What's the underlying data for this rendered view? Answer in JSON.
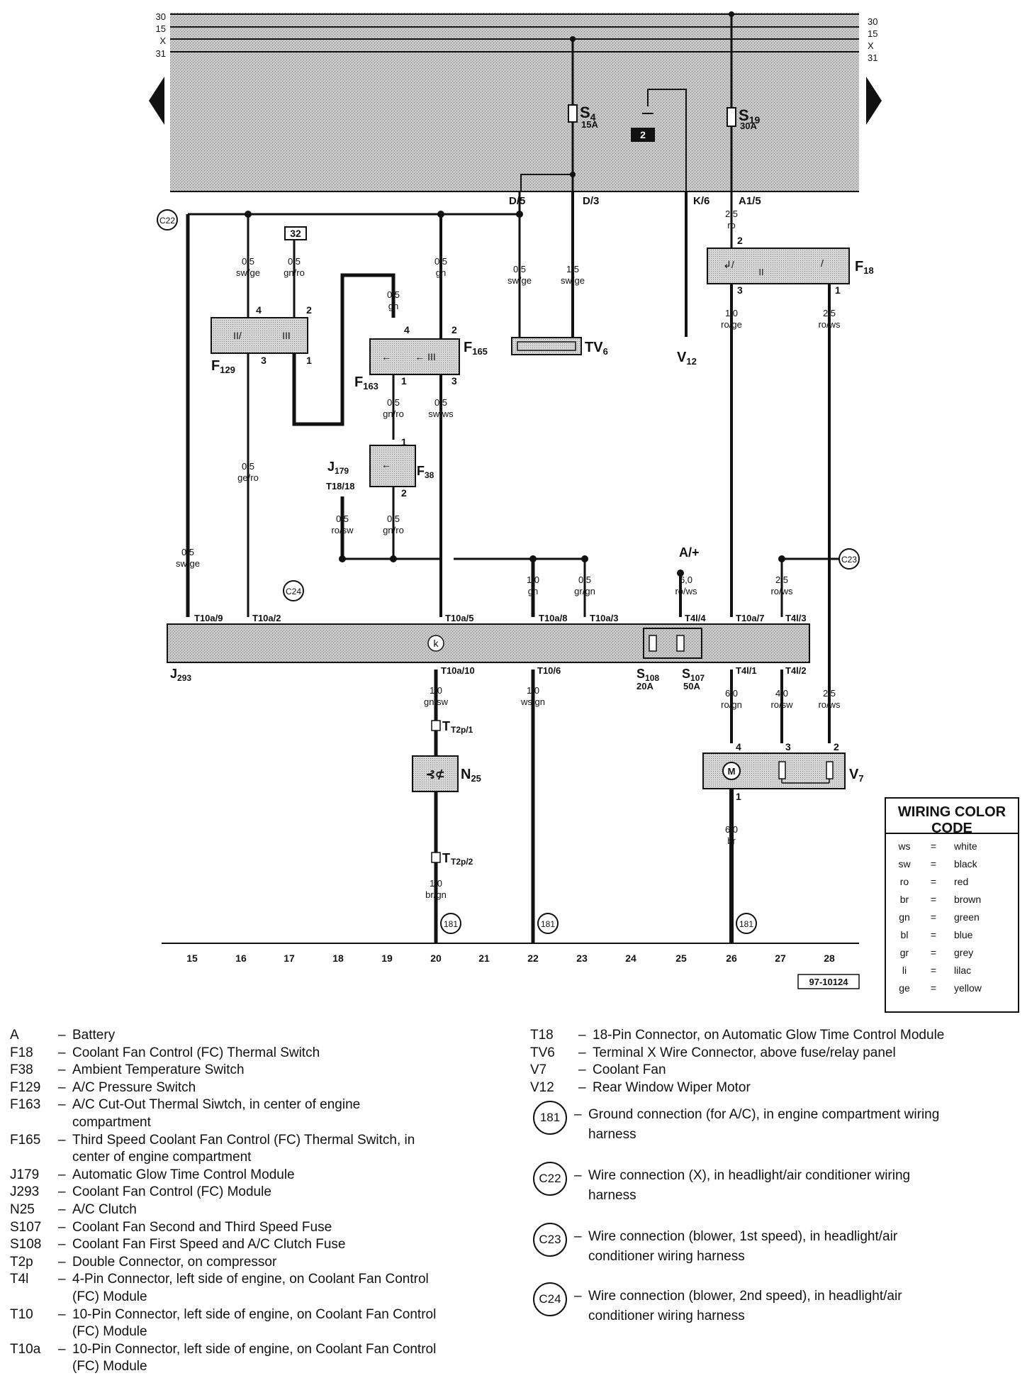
{
  "figure_id": "97-10124",
  "terminals": {
    "left": [
      "30",
      "15",
      "X",
      "31"
    ],
    "right": [
      "30",
      "15",
      "X",
      "31"
    ],
    "panel_link": "2"
  },
  "fuses": [
    {
      "name": "S",
      "sub": "4",
      "rating": "15A"
    },
    {
      "name": "S",
      "sub": "19",
      "rating": "30A"
    }
  ],
  "panel_outputs": [
    "D/5",
    "D/3",
    "K/6",
    "A1/5"
  ],
  "components": {
    "F129": {
      "name": "F",
      "sub": "129",
      "pins": [
        "4",
        "2",
        "3",
        "1"
      ]
    },
    "F165": {
      "name": "F",
      "sub": "165",
      "pins": [
        "4",
        "2",
        "3"
      ]
    },
    "F163": {
      "name": "F",
      "sub": "163",
      "pins": [
        "1"
      ]
    },
    "F38": {
      "name": "F",
      "sub": "38",
      "pins": [
        "1",
        "2"
      ]
    },
    "J179": {
      "name": "J",
      "sub": "179",
      "connector": "T18/18"
    },
    "TV6": {
      "name": "TV",
      "sub": "6"
    },
    "V12": {
      "name": "V",
      "sub": "12"
    },
    "F18": {
      "name": "F",
      "sub": "18",
      "pins": [
        "2",
        "3",
        "1"
      ]
    },
    "J293": {
      "name": "J",
      "sub": "293"
    },
    "S108": {
      "name": "S",
      "sub": "108",
      "rating": "20A"
    },
    "S107": {
      "name": "S",
      "sub": "107",
      "rating": "50A"
    },
    "N25": {
      "name": "N",
      "sub": "25"
    },
    "V7": {
      "name": "V",
      "sub": "7",
      "pins": [
        "4",
        "3",
        "2",
        "1"
      ]
    },
    "A": {
      "label": "A/+"
    },
    "ref32": "32"
  },
  "connectors": {
    "T10a9": "T10a/9",
    "T10a2": "T10a/2",
    "T10a5": "T10a/5",
    "T10a8": "T10a/8",
    "T10a3": "T10a/3",
    "T4l4": "T4l/4",
    "T10a7": "T10a/7",
    "T4l3": "T4l/3",
    "T10a10": "T10a/10",
    "T106": "T10/6",
    "T4l1": "T4l/1",
    "T4l2": "T4l/2",
    "T2p1": "T2p/1",
    "T2p2": "T2p/2",
    "k": "k"
  },
  "wires": {
    "w1": [
      "0,5",
      "sw/ge"
    ],
    "w2": [
      "0,5",
      "gn/ro"
    ],
    "w3": [
      "0,5",
      "gn"
    ],
    "w4": [
      "0,5",
      "sw/ge"
    ],
    "w5": [
      "1,5",
      "sw/ge"
    ],
    "w6": [
      "2,5",
      "ro"
    ],
    "w7": [
      "0,5",
      "gn"
    ],
    "w8": [
      "1,0",
      "ro/ge"
    ],
    "w9": [
      "2,5",
      "ro/ws"
    ],
    "w10": [
      "0,5",
      "gn/ro"
    ],
    "w11": [
      "0,5",
      "sw/ws"
    ],
    "w12": [
      "0,5",
      "ge/ro"
    ],
    "w13": [
      "0,5",
      "ro/sw"
    ],
    "w14": [
      "0,5",
      "gn/ro"
    ],
    "w15": [
      "0,5",
      "sw/ge"
    ],
    "w16": [
      "1,0",
      "gn"
    ],
    "w17": [
      "0,5",
      "gr/gn"
    ],
    "w18": [
      "6,0",
      "ro/ws"
    ],
    "w19": [
      "2,5",
      "ro/ws"
    ],
    "w20": [
      "1,0",
      "gn/sw"
    ],
    "w21": [
      "1,0",
      "ws/gn"
    ],
    "w22": [
      "6,0",
      "ro/gn"
    ],
    "w23": [
      "4,0",
      "ro/sw"
    ],
    "w24": [
      "2,5",
      "ro/ws"
    ],
    "w25": [
      "1,0",
      "br/gn"
    ],
    "w26": [
      "6,0",
      "br"
    ]
  },
  "connections": {
    "C22": "C22",
    "C23": "C23",
    "C24": "C24",
    "g181": "181"
  },
  "grid_numbers": [
    "15",
    "16",
    "17",
    "18",
    "19",
    "20",
    "21",
    "22",
    "23",
    "24",
    "25",
    "26",
    "27",
    "28"
  ],
  "legend_left": [
    {
      "code": "A",
      "desc": [
        "Battery"
      ]
    },
    {
      "code": "F18",
      "desc": [
        "Coolant Fan Control (FC) Thermal Switch"
      ]
    },
    {
      "code": "F38",
      "desc": [
        "Ambient Temperature Switch"
      ]
    },
    {
      "code": "F129",
      "desc": [
        "A/C Pressure Switch"
      ]
    },
    {
      "code": "F163",
      "desc": [
        "A/C Cut-Out Thermal Siwtch, in center of engine",
        "compartment"
      ]
    },
    {
      "code": "F165",
      "desc": [
        "Third Speed Coolant Fan Control (FC) Thermal Switch, in",
        "center of engine compartment"
      ]
    },
    {
      "code": "J179",
      "desc": [
        "Automatic Glow Time Control Module"
      ]
    },
    {
      "code": "J293",
      "desc": [
        "Coolant Fan Control (FC) Module"
      ]
    },
    {
      "code": "N25",
      "desc": [
        "A/C Clutch"
      ]
    },
    {
      "code": "S107",
      "desc": [
        "Coolant Fan Second and Third Speed Fuse"
      ]
    },
    {
      "code": "S108",
      "desc": [
        "Coolant Fan First Speed and A/C Clutch Fuse"
      ]
    },
    {
      "code": "T2p",
      "desc": [
        "Double Connector, on compressor"
      ]
    },
    {
      "code": "T4l",
      "desc": [
        "4-Pin Connector, left side of engine, on Coolant Fan Control",
        "(FC) Module"
      ]
    },
    {
      "code": "T10",
      "desc": [
        "10-Pin Connector, left side of engine, on Coolant Fan Control",
        "(FC) Module"
      ]
    },
    {
      "code": "T10a",
      "desc": [
        "10-Pin Connector, left side of engine, on Coolant Fan Control",
        "(FC) Module"
      ]
    }
  ],
  "legend_right": [
    {
      "code": "T18",
      "desc": "18-Pin Connector, on Automatic Glow Time Control Module"
    },
    {
      "code": "TV6",
      "desc": "Terminal X Wire Connector, above fuse/relay panel"
    },
    {
      "code": "V7",
      "desc": "Coolant Fan"
    },
    {
      "code": "V12",
      "desc": "Rear Window Wiper Motor"
    }
  ],
  "ground_legend": [
    {
      "symbol": "181",
      "desc": [
        "Ground connection (for A/C), in engine compartment wiring",
        "harness"
      ]
    },
    {
      "symbol": "C22",
      "desc": [
        "Wire connection (X), in headlight/air conditioner wiring",
        "harness"
      ]
    },
    {
      "symbol": "C23",
      "desc": [
        "Wire connection (blower, 1st speed), in headlight/air",
        "conditioner wiring harness"
      ]
    },
    {
      "symbol": "C24",
      "desc": [
        "Wire connection (blower, 2nd speed), in headlight/air",
        "conditioner wiring harness"
      ]
    }
  ],
  "color_code": {
    "title": [
      "WIRING COLOR",
      "CODE"
    ],
    "rows": [
      {
        "abbr": "ws",
        "eq": "=",
        "color": "white"
      },
      {
        "abbr": "sw",
        "eq": "=",
        "color": "black"
      },
      {
        "abbr": "ro",
        "eq": "=",
        "color": "red"
      },
      {
        "abbr": "br",
        "eq": "=",
        "color": "brown"
      },
      {
        "abbr": "gn",
        "eq": "=",
        "color": "green"
      },
      {
        "abbr": "bl",
        "eq": "=",
        "color": "blue"
      },
      {
        "abbr": "gr",
        "eq": "=",
        "color": "grey"
      },
      {
        "abbr": "li",
        "eq": "=",
        "color": "lilac"
      },
      {
        "abbr": "ge",
        "eq": "=",
        "color": "yellow"
      }
    ]
  },
  "dash": "–"
}
